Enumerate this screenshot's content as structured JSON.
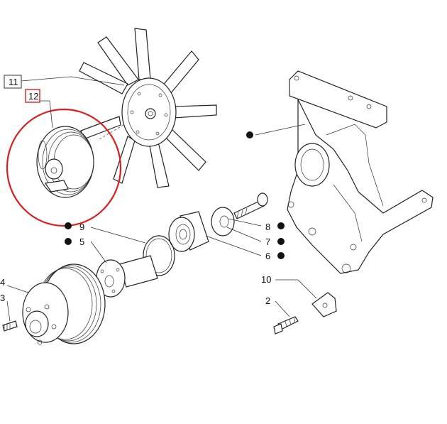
{
  "labels": {
    "l11": "11",
    "l12": "12",
    "l9": "9",
    "l5": "5",
    "l4": "4",
    "l3": "3",
    "l8": "8",
    "l7": "7",
    "l6": "6",
    "l10": "10",
    "l2": "2"
  },
  "colors": {
    "highlight": "#d92020",
    "line": "#222222",
    "background": "#ffffff"
  }
}
